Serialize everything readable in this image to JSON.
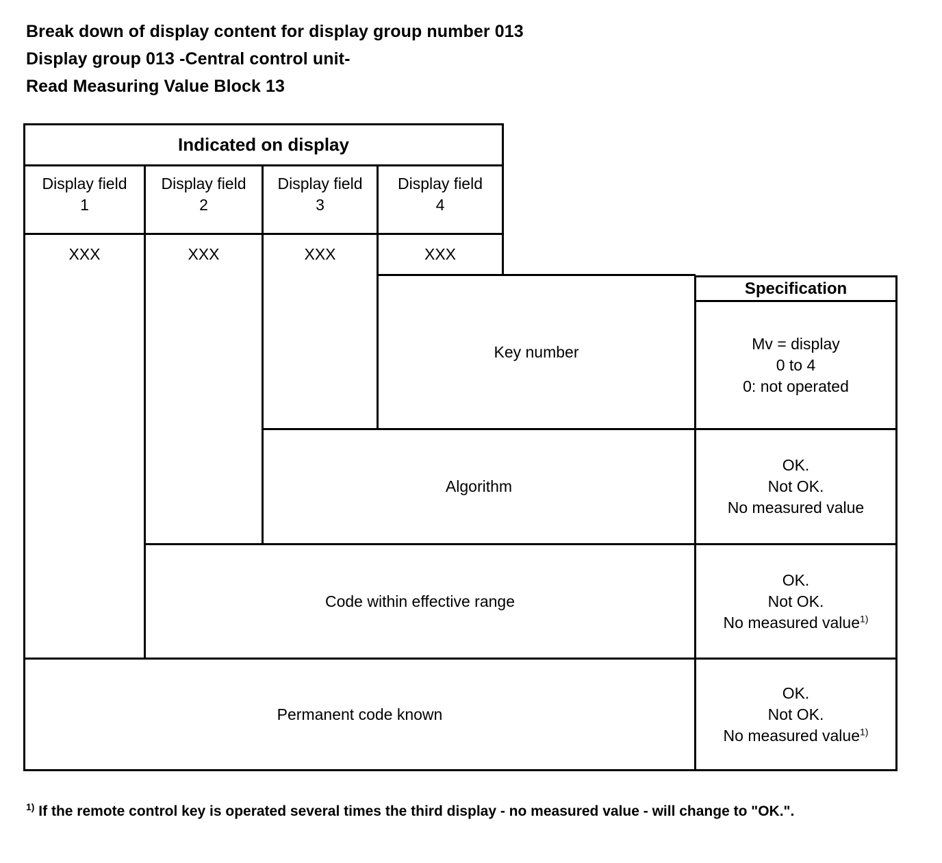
{
  "heading": {
    "line1": "Break down of display content for display group number 013",
    "line2": "Display group 013 -Central control unit-",
    "line3": "Read Measuring Value Block 13"
  },
  "table": {
    "group_header": "Indicated on display",
    "spec_header": "Specification",
    "display_fields": [
      {
        "label": "Display field",
        "number": "1",
        "value": "XXX"
      },
      {
        "label": "Display field",
        "number": "2",
        "value": "XXX"
      },
      {
        "label": "Display field",
        "number": "3",
        "value": "XXX"
      },
      {
        "label": "Display field",
        "number": "4",
        "value": "XXX"
      }
    ],
    "rows": [
      {
        "name": "Key number",
        "spec_line1": "Mv = display",
        "spec_line2": "0 to 4",
        "spec_line3": "0: not operated",
        "spec_line3_footnote": ""
      },
      {
        "name": "Algorithm",
        "spec_line1": "OK.",
        "spec_line2": "Not OK.",
        "spec_line3": "No measured value",
        "spec_line3_footnote": ""
      },
      {
        "name": "Code within effective range",
        "spec_line1": "OK.",
        "spec_line2": "Not OK.",
        "spec_line3": "No measured value",
        "spec_line3_footnote": "1)"
      },
      {
        "name": "Permanent code known",
        "spec_line1": "OK.",
        "spec_line2": "Not OK.",
        "spec_line3": "No measured value",
        "spec_line3_footnote": "1)"
      }
    ]
  },
  "footnote": {
    "marker": "1)",
    "text": "If the remote control key is operated several times the third display - no measured value - will change to \"OK.\"."
  }
}
